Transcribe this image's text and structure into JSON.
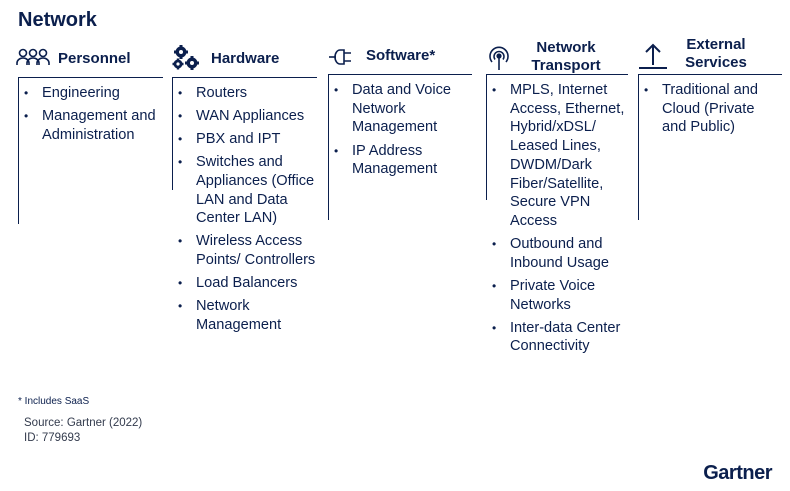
{
  "title": "Network",
  "columns": [
    {
      "title": "Personnel",
      "icon": "people-icon",
      "items": [
        "Engineering",
        "Management and Administration"
      ]
    },
    {
      "title": "Hardware",
      "icon": "gears-icon",
      "items": [
        "Routers",
        "WAN Appliances",
        "PBX and IPT",
        "Switches and Appliances (Office LAN and Data Center LAN)",
        "Wireless Access Points/ Controllers",
        "Load Balancers",
        "Network Management"
      ]
    },
    {
      "title": "Software*",
      "icon": "plug-icon",
      "items": [
        "Data and Voice Network Management",
        "IP Address Management"
      ]
    },
    {
      "title": "Network Transport",
      "icon": "antenna-icon",
      "items": [
        "MPLS, Internet Access, Ethernet, Hybrid/xDSL/ Leased Lines, DWDM/Dark Fiber/Satellite, Secure VPN Access",
        "Outbound and Inbound Usage",
        "Private Voice Networks",
        "Inter-data Center Connectivity"
      ]
    },
    {
      "title": "External Services",
      "icon": "upload-arrow-icon",
      "items": [
        "Traditional and Cloud (Private and Public)"
      ]
    }
  ],
  "footnote": "* Includes SaaS",
  "source": "Source: Gartner (2022)",
  "id": "ID: 779693",
  "logo": "Gartner",
  "colors": {
    "primary": "#0b1f4d"
  }
}
